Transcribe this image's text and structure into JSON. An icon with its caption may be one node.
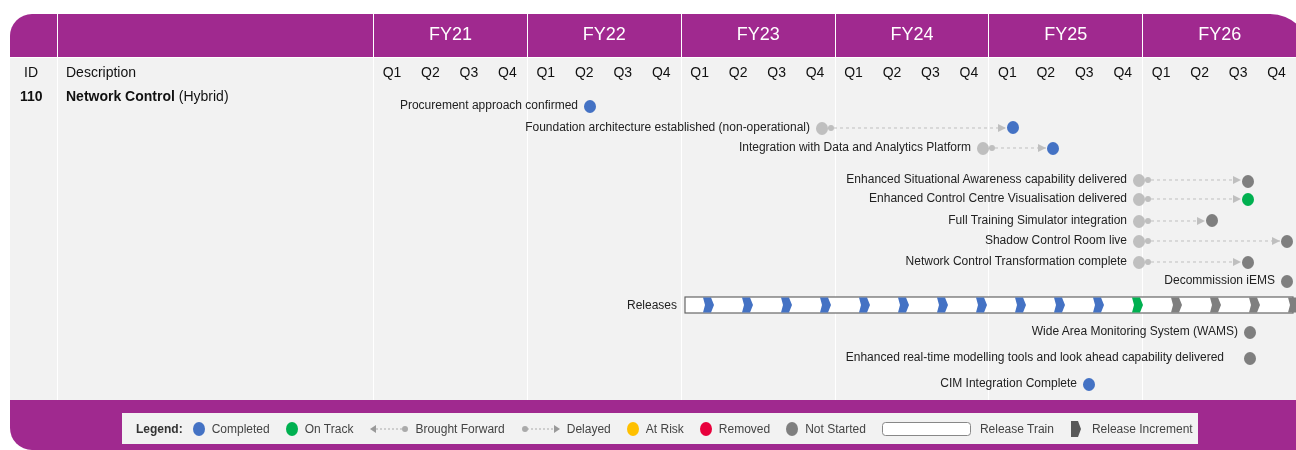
{
  "diagram": {
    "nodes": [
      {
        "text": [],
        "shape": "circle",
        "beside": [
          "Procurement approach confirmed"
        ]
      },
      {
        "text": [],
        "shape": "circle",
        "beside": [
          "Foundation architecture established (non-operational)"
        ]
      },
      {
        "text": [],
        "shape": "circle"
      },
      {
        "text": [],
        "shape": "circle",
        "beside": [
          "Integration with Data and Analytics Platform"
        ]
      },
      {
        "text": [],
        "shape": "circle"
      },
      {
        "text": [],
        "shape": "circle",
        "beside": [
          "Enhanced Situational Awareness capability delivered"
        ]
      },
      {
        "text": [],
        "shape": "circle"
      },
      {
        "text": [],
        "shape": "circle",
        "beside": [
          "Enhanced Control Centre Visualisation delivered"
        ]
      },
      {
        "text": [],
        "shape": "circle"
      },
      {
        "text": [],
        "shape": "circle",
        "beside": [
          "Full Training Simulator integration"
        ]
      },
      {
        "text": [],
        "shape": "circle"
      },
      {
        "text": [],
        "shape": "circle",
        "beside": [
          "Shadow Control Room live"
        ]
      },
      {
        "text": [],
        "shape": "circle"
      },
      {
        "text": [],
        "shape": "circle",
        "beside": [
          "Network Control Transformation complete"
        ]
      },
      {
        "text": [],
        "shape": "circle"
      },
      {
        "text": [],
        "shape": "circle",
        "beside": [
          "Decommission iEMS"
        ]
      },
      {
        "text": [],
        "shape": "circle",
        "beside": [
          "Wide Area Monitoring System (WAMS)"
        ]
      },
      {
        "text": [],
        "shape": "circle",
        "beside": [
          "Enhanced real-time modelling tools and look ahead capability delivered"
        ]
      },
      {
        "text": [],
        "shape": "circle",
        "beside": [
          "CIM Integration Complete"
        ]
      }
    ],
    "edges": [
      {
        "from": 1,
        "to": 2,
        "arrow": "to",
        "style": "dashed"
      },
      {
        "from": 3,
        "to": 4,
        "arrow": "to",
        "style": "dashed"
      },
      {
        "from": 5,
        "to": 6,
        "arrow": "to",
        "style": "dashed"
      },
      {
        "from": 7,
        "to": 8,
        "arrow": "to",
        "style": "dashed"
      },
      {
        "from": 9,
        "to": 10,
        "arrow": "to",
        "style": "dashed"
      },
      {
        "from": 11,
        "to": 12,
        "arrow": "to",
        "style": "dashed"
      },
      {
        "from": 13,
        "to": 14,
        "arrow": "to",
        "style": "dashed"
      }
    ],
    "labels": [
      "FY21",
      "FY22",
      "FY23",
      "FY24",
      "FY25",
      "FY26",
      "ID",
      "Description",
      "Q1",
      "Q2",
      "Q3",
      "Q4",
      "Q1",
      "Q2",
      "Q3",
      "Q4",
      "Q1",
      "Q2",
      "Q3",
      "Q4",
      "Q1",
      "Q2",
      "Q3",
      "Q4",
      "Q1",
      "Q2",
      "Q3",
      "Q4",
      "Q1",
      "Q2",
      "Q3",
      "Q4",
      "110",
      "**Network Control** (Hybrid)",
      "Releases",
      "Legend:"
    ],
    "legend": [
      {
        "text": "Completed",
        "color": "#4472c4"
      },
      {
        "text": "On Track",
        "color": "#00b050"
      },
      {
        "text": "Brought Forward"
      },
      {
        "text": "Delayed"
      },
      {
        "text": "At Risk",
        "color": "#ffc000"
      },
      {
        "text": "Removed",
        "color": "#e8003c"
      },
      {
        "text": "Not Started",
        "color": "#7f7f7f"
      },
      {
        "text": "Release Train"
      },
      {
        "text": "Release Increment"
      }
    ]
  }
}
